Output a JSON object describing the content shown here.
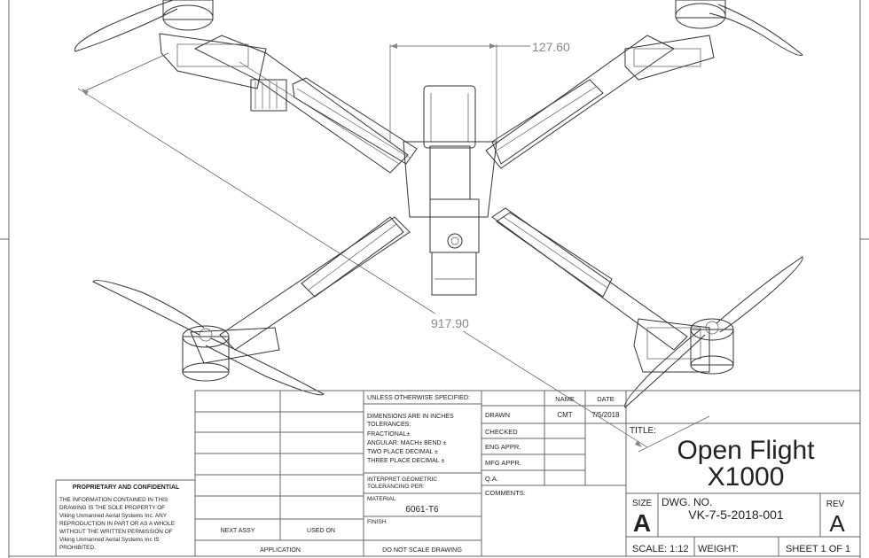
{
  "dimensions": {
    "top_width": "127.60",
    "diagonal": "917.90"
  },
  "title_block": {
    "proprietary_heading": "PROPRIETARY AND CONFIDENTIAL",
    "proprietary_lines": [
      "THE INFORMATION CONTAINED IN THIS",
      "DRAWING IS THE SOLE PROPERTY OF",
      "Viking Unmanned Aerial Systems Inc.  ANY",
      "REPRODUCTION IN PART OR AS A WHOLE",
      "WITHOUT THE WRITTEN PERMISSION OF",
      "Viking Unmanned Aerial Systems Inc IS",
      "PROHIBITED."
    ],
    "next_assy": "NEXT ASSY",
    "used_on": "USED ON",
    "application": "APPLICATION",
    "unless_specified": "UNLESS OTHERWISE SPECIFIED:",
    "tolerance_lines": [
      "DIMENSIONS ARE IN INCHES",
      "TOLERANCES:",
      "FRACTIONAL±",
      "ANGULAR: MACH±    BEND ±",
      "TWO PLACE DECIMAL    ±",
      "THREE PLACE DECIMAL  ±"
    ],
    "interpret_lines": [
      "INTERPRET GEOMETRIC",
      "TOLERANCING PER:"
    ],
    "material_label": "MATERIAL",
    "material_value": "6061-T6",
    "finish_label": "FINISH",
    "do_not_scale": "DO NOT SCALE DRAWING",
    "name_header": "NAME",
    "date_header": "DATE",
    "drawn_label": "DRAWN",
    "drawn_name": "CMT",
    "drawn_date": "7/5/2018",
    "checked_label": "CHECKED",
    "eng_appr_label": "ENG APPR.",
    "mfg_appr_label": "MFG APPR.",
    "qa_label": "Q.A.",
    "comments_label": "COMMENTS:",
    "title_label": "TITLE:",
    "title_line1": "Open Flight",
    "title_line2": "X1000",
    "size_label": "SIZE",
    "size_value": "A",
    "dwg_no_label": "DWG.  NO.",
    "dwg_no_value": "VK-7-5-2018-001",
    "rev_label": "REV",
    "rev_value": "A",
    "scale_text": "SCALE: 1:12",
    "weight_text": "WEIGHT:",
    "sheet_text": "SHEET 1 OF 1"
  }
}
